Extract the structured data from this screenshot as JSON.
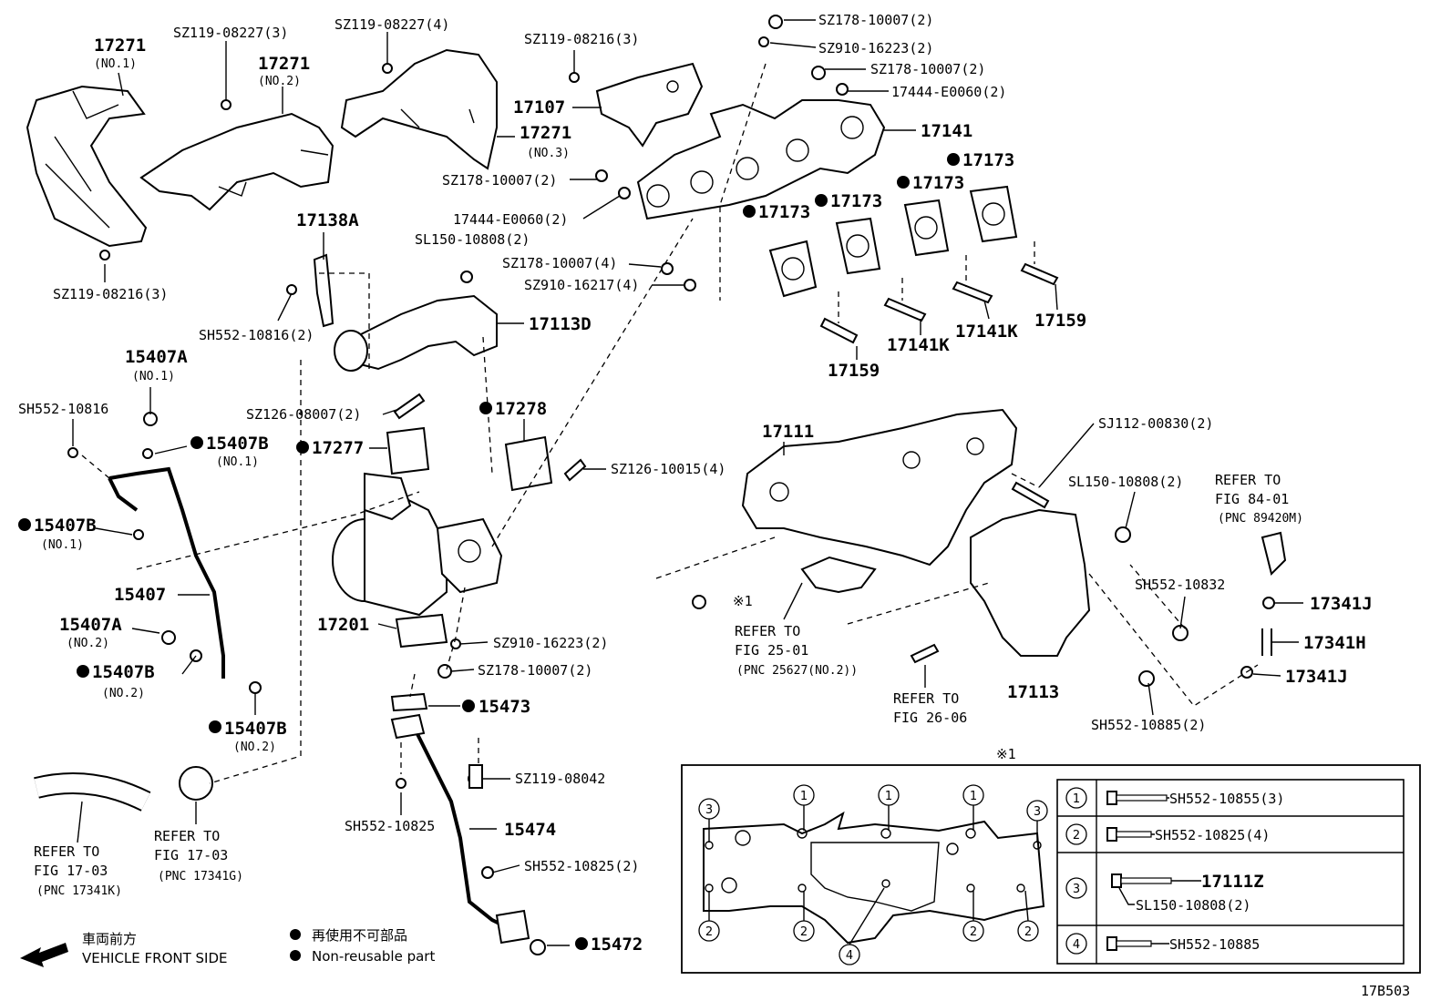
{
  "labels": {
    "p17271_1": "17271",
    "p17271_1s": "(NO.1)",
    "sz119_08227_3": "SZ119-08227(3)",
    "p17271_2": "17271",
    "p17271_2s": "(NO.2)",
    "sz119_08227_4": "SZ119-08227(4)",
    "sz119_08216_3a": "SZ119-08216(3)",
    "p17107": "17107",
    "p17271_3": "17271",
    "p17271_3s": "(NO.3)",
    "sz178_10007_2a": "SZ178-10007(2)",
    "sz910_16223_2a": "SZ910-16223(2)",
    "sz178_10007_2b": "SZ178-10007(2)",
    "e17444_a": "17444-E0060(2)",
    "p17141": "17141",
    "p17173_a": "17173",
    "p17173_b": "17173",
    "p17173_c": "17173",
    "p17173_d": "17173",
    "sz178_10007_2c": "SZ178-10007(2)",
    "e17444_b": "17444-E0060(2)",
    "sl150_a": "SL150-10808(2)",
    "sz178_10007_4": "SZ178-10007(4)",
    "sz910_16217_4": "SZ910-16217(4)",
    "p17138a": "17138A",
    "sz119_08216_3b": "SZ119-08216(3)",
    "sh552_10816_2": "SH552-10816(2)",
    "p17113d": "17113D",
    "p17159_a": "17159",
    "p17159_b": "17159",
    "p17141k_a": "17141K",
    "p17141k_b": "17141K",
    "p15407a_1": "15407A",
    "p15407a_1s": "(NO.1)",
    "sh552_10816": "SH552-10816",
    "p15407b_1": "15407B",
    "p15407b_1s": "(NO.1)",
    "p15407b_1b": "15407B",
    "p15407b_1bs": "(NO.1)",
    "sz126_08007": "SZ126-08007(2)",
    "p17277": "17277",
    "p17278": "17278",
    "sz126_10015": "SZ126-10015(4)",
    "p17111": "17111",
    "sj112": "SJ112-00830(2)",
    "sl150_b": "SL150-10808(2)",
    "refer84_1": "REFER TO",
    "refer84_2": "FIG 84-01",
    "refer84_3": "(PNC 89420M)",
    "p15407": "15407",
    "p15407a_2": "15407A",
    "p15407a_2s": "(NO.2)",
    "p15407b_2": "15407B",
    "p15407b_2s": "(NO.2)",
    "p15407b_3": "15407B",
    "p15407b_3s": "(NO.2)",
    "p17201": "17201",
    "sz910_16223_2b": "SZ910-16223(2)",
    "sz178_10007_2d": "SZ178-10007(2)",
    "mark1": "※1",
    "refer25_1": "REFER TO",
    "refer25_2": "FIG 25-01",
    "refer25_3": "(PNC 25627(NO.2))",
    "sh552_10832": "SH552-10832",
    "p17341j_a": "17341J",
    "p17341h": "17341H",
    "p17341j_b": "17341J",
    "refer26_1": "REFER TO",
    "refer26_2": "FIG 26-06",
    "p17113": "17113",
    "sh552_10885_2": "SH552-10885(2)",
    "p15473": "15473",
    "sz119_08042": "SZ119-08042",
    "sh552_10825": "SH552-10825",
    "p15474": "15474",
    "sh552_10825_2": "SH552-10825(2)",
    "p15472": "15472",
    "refer1703a_1": "REFER TO",
    "refer1703a_2": "FIG 17-03",
    "refer1703a_3": "(PNC 17341K)",
    "refer1703b_1": "REFER TO",
    "refer1703b_2": "FIG 17-03",
    "refer1703b_3": "(PNC 17341G)",
    "inset_mark": "※1",
    "code": "17B503"
  },
  "legend": {
    "front_jp": "車両前方",
    "front_en": "VEHICLE FRONT SIDE",
    "nonreuse_jp": "再使用不可部品",
    "nonreuse_en": "Non-reusable part"
  },
  "inset_table": [
    {
      "num": "1",
      "part": "SH552-10855(3)"
    },
    {
      "num": "2",
      "part": "SH552-10825(4)"
    },
    {
      "num": "3",
      "part": "17111Z",
      "sub": "SL150-10808(2)"
    },
    {
      "num": "4",
      "part": "SH552-10885"
    }
  ],
  "inset_callouts": [
    "3",
    "1",
    "1",
    "1",
    "3",
    "2",
    "2",
    "4",
    "2",
    "2"
  ]
}
